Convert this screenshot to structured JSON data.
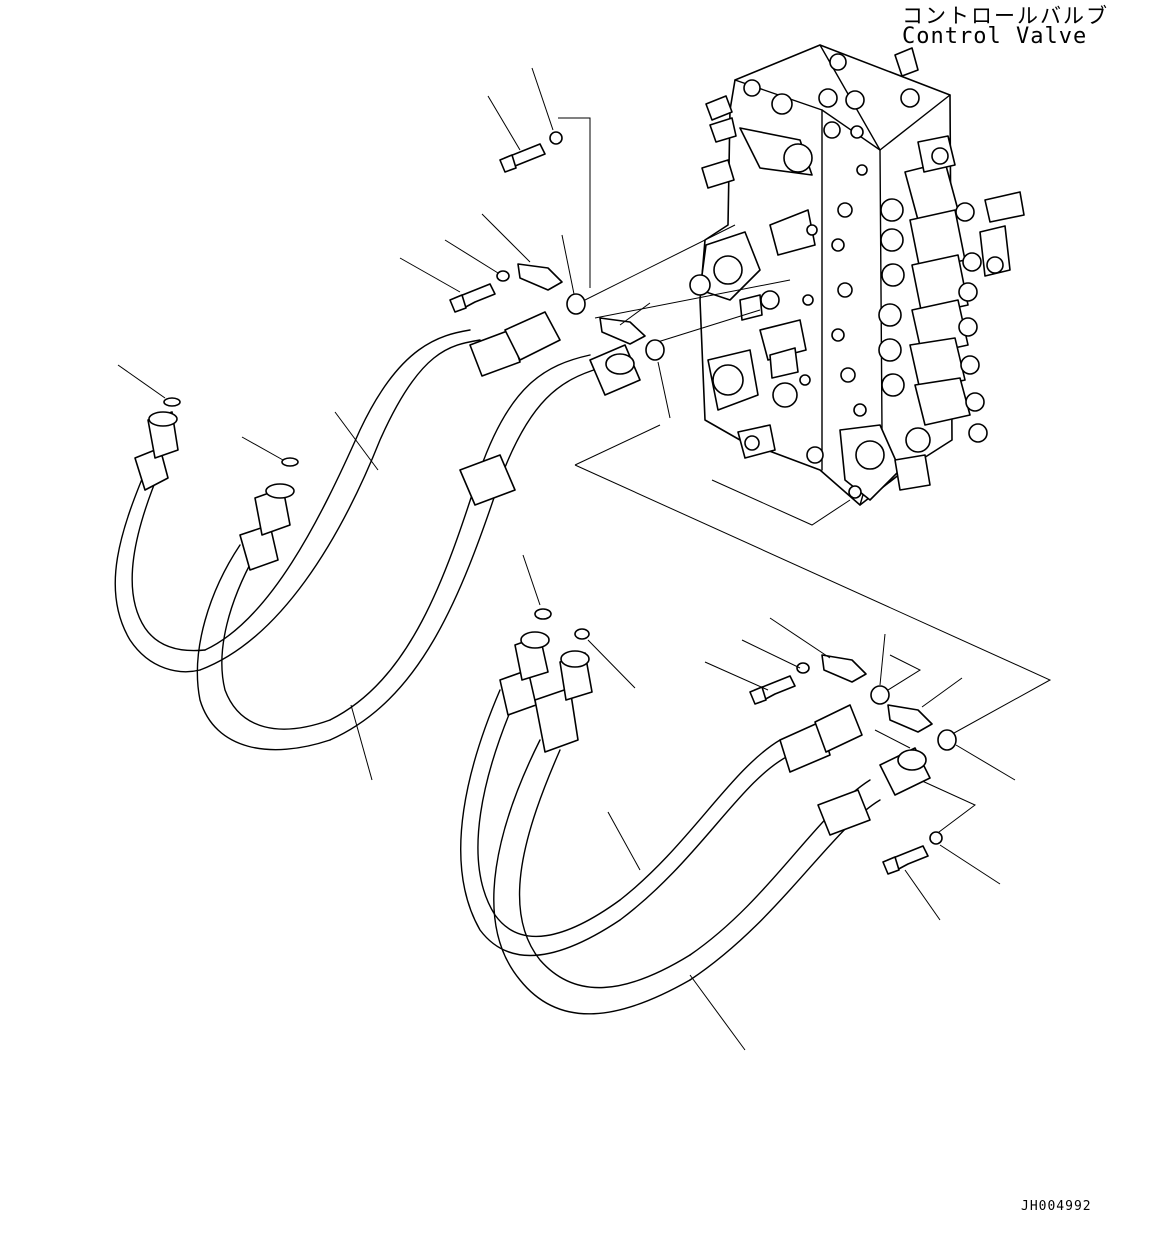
{
  "diagram": {
    "assembly_label_jp": "コントロールバルブ",
    "assembly_label_en": "Control Valve",
    "drawing_number": "JH004992"
  },
  "icons": {
    "control_valve": "control-valve-icon",
    "hose": "hydraulic-hose-icon",
    "clamp": "split-flange-clamp-icon",
    "bolt": "bolt-icon",
    "washer": "washer-icon",
    "o_ring": "o-ring-icon"
  }
}
